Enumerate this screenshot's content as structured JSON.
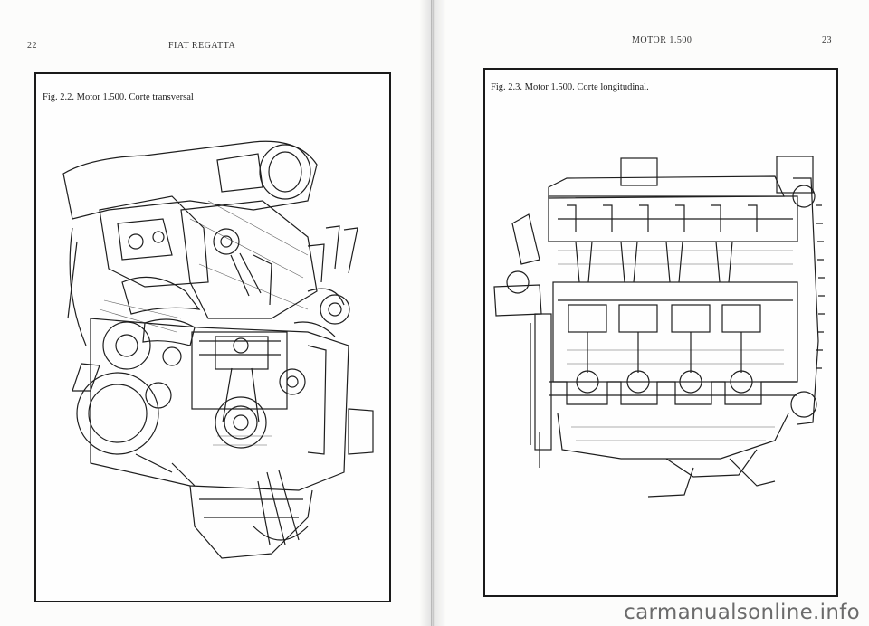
{
  "left_page": {
    "page_number": "22",
    "running_title": "FIAT REGATTA",
    "figure_caption": "Fig. 2.2. Motor 1.500. Corte transversal"
  },
  "right_page": {
    "running_title": "MOTOR 1.500",
    "page_number": "23",
    "figure_caption": "Fig. 2.3. Motor 1.500. Corte longitudinal."
  },
  "watermark": "carmanualsonline.info"
}
